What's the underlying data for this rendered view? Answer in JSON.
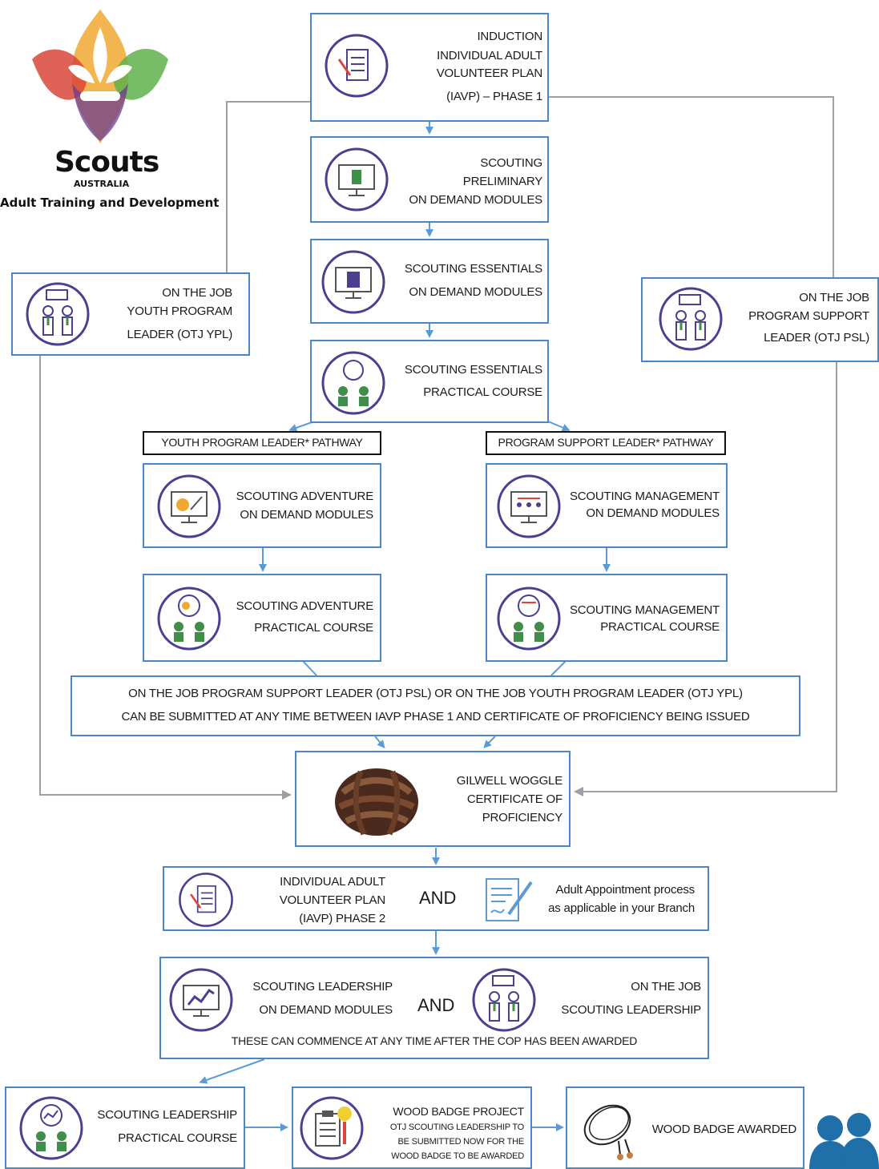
{
  "logo": {
    "brand": "Scouts",
    "country": "AUSTRALIA",
    "subtitle": "Adult Training and Development"
  },
  "colors": {
    "box_border": "#4a86c8",
    "connector": "#9aa0a6",
    "arrow_blue": "#5b9bd5",
    "icon_purple": "#4b3f8f",
    "icon_green": "#3f8f4a",
    "logo_red": "#d9473a",
    "logo_orange": "#f0a830",
    "logo_green": "#5fb04b",
    "logo_purple": "#6a3d8f"
  },
  "steps": {
    "induction": {
      "lines": [
        "INDUCTION",
        "INDIVIDUAL ADULT",
        "VOLUNTEER PLAN",
        "(IAVP) – PHASE 1"
      ],
      "icon": "checklist-icon"
    },
    "preliminary": {
      "lines": [
        "SCOUTING",
        "PRELIMINARY",
        "ON DEMAND MODULES"
      ],
      "icon": "monitor-icon"
    },
    "essentials_od": {
      "lines": [
        "SCOUTING ESSENTIALS",
        "ON DEMAND MODULES"
      ],
      "icon": "monitor-icon"
    },
    "essentials_pc": {
      "lines": [
        "SCOUTING ESSENTIALS",
        "PRACTICAL COURSE"
      ],
      "icon": "group-icon"
    },
    "otj_ypl": {
      "lines": [
        "ON THE JOB",
        "YOUTH PROGRAM",
        "LEADER (OTJ YPL)"
      ],
      "icon": "otj-leaders-icon"
    },
    "otj_psl": {
      "lines": [
        "ON THE JOB",
        "PROGRAM SUPPORT",
        "LEADER (OTJ PSL)"
      ],
      "icon": "otj-leaders-icon"
    },
    "ypl_header": "YOUTH PROGRAM LEADER* PATHWAY",
    "psl_header": "PROGRAM SUPPORT LEADER* PATHWAY",
    "adventure_od": {
      "lines": [
        "SCOUTING ADVENTURE",
        "ON DEMAND MODULES"
      ],
      "icon": "monitor-icon"
    },
    "adventure_pc": {
      "lines": [
        "SCOUTING ADVENTURE",
        "PRACTICAL COURSE"
      ],
      "icon": "group-icon"
    },
    "management_od": {
      "lines": [
        "SCOUTING MANAGEMENT",
        "ON DEMAND MODULES"
      ],
      "icon": "monitor-icon"
    },
    "management_pc": {
      "lines": [
        "SCOUTING MANAGEMENT",
        "PRACTICAL COURSE"
      ],
      "icon": "group-icon"
    },
    "otj_note": {
      "lines": [
        "ON THE JOB PROGRAM SUPPORT LEADER (OTJ PSL) OR ON THE JOB YOUTH PROGRAM LEADER  (OTJ YPL)",
        "CAN BE SUBMITTED AT ANY TIME BETWEEN IAVP PHASE 1 AND CERTIFICATE OF PROFICIENCY BEING ISSUED"
      ]
    },
    "gilwell": {
      "lines": [
        "GILWELL WOGGLE",
        "CERTIFICATE OF",
        "PROFICIENCY"
      ],
      "icon": "woggle-icon"
    },
    "iavp2": {
      "lines": [
        "INDIVIDUAL ADULT",
        "VOLUNTEER PLAN",
        "(IAVP) PHASE 2"
      ],
      "icon": "checklist-icon"
    },
    "and1": "AND",
    "appointment": {
      "lines": [
        "Adult Appointment process",
        "as applicable in your Branch"
      ],
      "icon": "signed-document-icon"
    },
    "leadership_od": {
      "lines": [
        "SCOUTING LEADERSHIP",
        "ON DEMAND MODULES"
      ],
      "icon": "monitor-icon"
    },
    "and2": "AND",
    "otj_leadership": {
      "lines": [
        "ON THE JOB",
        "SCOUTING LEADERSHIP"
      ],
      "icon": "otj-leaders-icon"
    },
    "leadership_note": "THESE CAN COMMENCE AT ANY TIME AFTER THE COP HAS BEEN AWARDED",
    "leadership_pc": {
      "lines": [
        "SCOUTING LEADERSHIP",
        "PRACTICAL COURSE"
      ],
      "icon": "group-icon"
    },
    "wood_badge_project": {
      "lines": [
        "WOOD BADGE PROJECT",
        "OTJ SCOUTING LEADERSHIP TO",
        "BE SUBMITTED NOW FOR THE",
        "WOOD BADGE TO BE AWARDED"
      ],
      "icon": "clipboard-lightbulb-icon"
    },
    "wood_badge_awarded": {
      "lines": [
        "WOOD BADGE AWARDED"
      ],
      "icon": "wood-badge-beads-icon"
    }
  }
}
